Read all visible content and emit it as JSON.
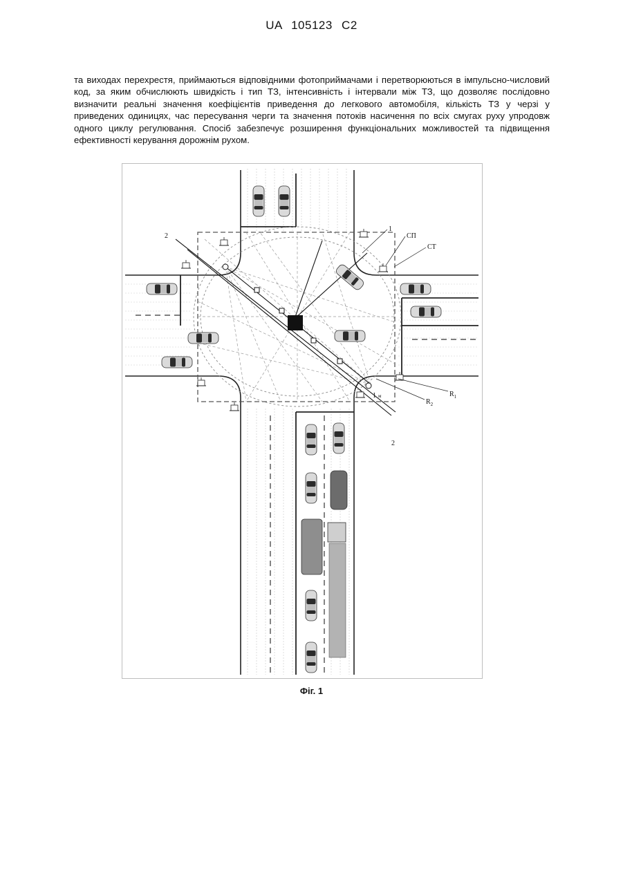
{
  "header": {
    "title": "UA   105123   C2"
  },
  "body": {
    "paragraph": "та виходах перехрестя, приймаються відповідними фотоприймачами і перетворюються в імпульсно-числовий код, за яким обчислюють швидкість і тип ТЗ, інтенсивність і інтервали між ТЗ, що дозволяє послідовно визначити реальні значення коефіцієнтів приведення до легкового автомобіля, кількість ТЗ у черзі у приведених одиницях, час пересування черги та значення потоків насичення по всіх смугах руху упродовж одного циклу регулювання. Спосіб забезпечує розширення функціональних можливостей та підвищення ефективності керування дорожнім рухом."
  },
  "figure": {
    "labels": {
      "l1_top": "1",
      "l2_top": "2",
      "sp": "СП",
      "st": "СТ",
      "r1": "R",
      "r1_sub": "1",
      "r2": "R",
      "r2_sub": "2",
      "l1m": "1",
      "l1m_sub": "м",
      "l2_bottom": "2"
    },
    "colors": {
      "line": "#222222",
      "dash": "#8a8a8a",
      "car_body": "#d9d9d9",
      "car_glass": "#2b2b2b"
    }
  },
  "caption": {
    "text": "Фіг. 1"
  }
}
